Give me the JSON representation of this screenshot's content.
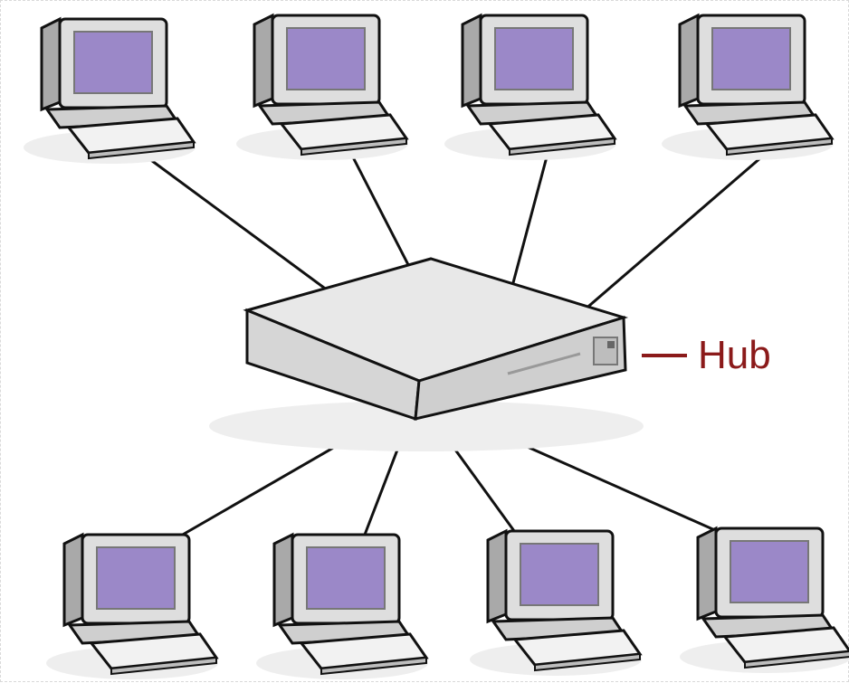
{
  "hub": {
    "label": "Hub",
    "label_color": "#8b1a1a"
  },
  "colors": {
    "screen": "#9b88c8",
    "computer_body": "#dcdcdc",
    "hub_body": "#e6e6e6",
    "outline": "#111111",
    "cable": "#111111"
  },
  "computers": {
    "top": [
      "pc",
      "pc",
      "pc",
      "pc"
    ],
    "bottom": [
      "pc",
      "pc",
      "pc",
      "pc"
    ]
  }
}
